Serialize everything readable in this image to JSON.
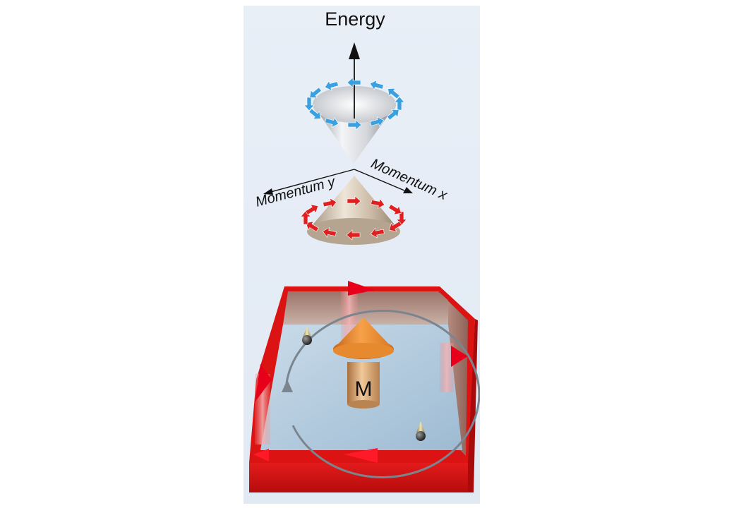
{
  "labels": {
    "energy": "Energy",
    "momentum_y": "Momentum y",
    "momentum_x": "Momentum x",
    "magnet": "M"
  },
  "colors": {
    "panel_background": "#e6eef8",
    "upper_cone_arrows": "#3aa0e0",
    "lower_cone_arrows": "#e02020",
    "edge_frame": "#dd1111",
    "edge_arrows": "#e8001a",
    "magnet": "#e08a35",
    "inner_floor": "#b4cde0"
  },
  "icons": {
    "energy_axis": "up-arrow",
    "upper_cone": "gray-cone-inverted",
    "lower_cone": "beige-cone",
    "electron": "spin-up-sphere",
    "orbit": "circular-arrow"
  }
}
